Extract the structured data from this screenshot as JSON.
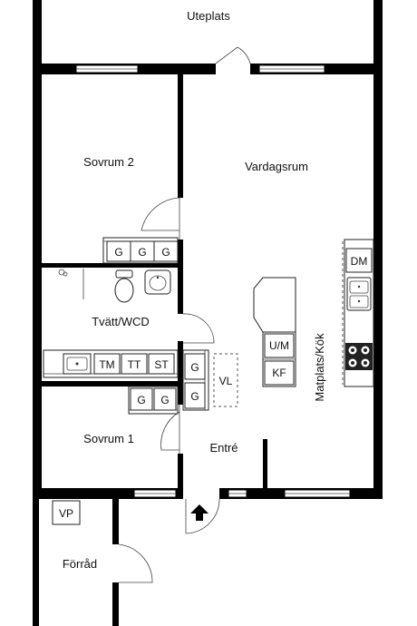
{
  "rooms": {
    "uteplats": "Uteplats",
    "sovrum2": "Sovrum 2",
    "vardagsrum": "Vardagsrum",
    "tvatt_wcd": "Tvätt/WCD",
    "matplats_kok": "Matplats/Kök",
    "sovrum1": "Sovrum 1",
    "entre": "Entré",
    "forrad": "Förråd"
  },
  "fixtures": {
    "wardrobe": "G",
    "dishwasher": "DM",
    "tumble_dryer": "TM",
    "drying_cabinet": "TT",
    "storage": "ST",
    "freezer": "U/M",
    "fridge_freezer": "KF",
    "coat_rack": "VL",
    "electric_panel": "VP"
  },
  "colors": {
    "wall": "#000000",
    "line": "#222222",
    "background": "#ffffff"
  }
}
